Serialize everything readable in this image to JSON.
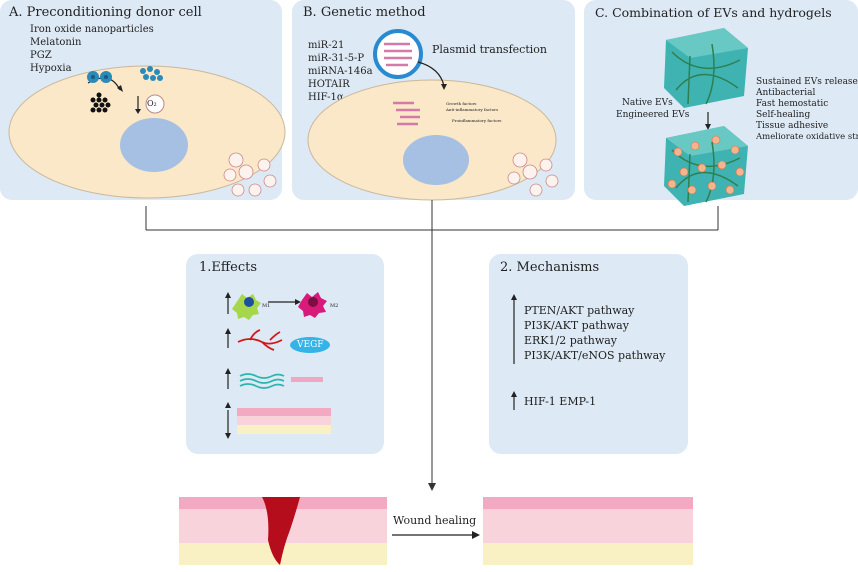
{
  "panelA": {
    "title": "A. Preconditioning donor cell",
    "items": [
      "Iron oxide nanoparticles",
      "Melatonin",
      "PGZ",
      "Hypoxia"
    ],
    "o2_label": "O₂"
  },
  "panelB": {
    "title": "B. Genetic method",
    "items": [
      "miR-21",
      "miR-31-5-P",
      "miRNA-146a",
      "HOTAIR",
      "HIF-1α"
    ],
    "plasmid_label": "Plasmid transfection",
    "factors": [
      "Growth factors",
      "Anti-inflammatory factors",
      "Proinflammatory factors"
    ]
  },
  "panelC": {
    "title": "C. Combination of EVs and hydrogels",
    "ev_types": [
      "Native EVs",
      "Engineered EVs"
    ],
    "properties": [
      "Sustained EVs release",
      "Antibacterial",
      "Fast hemostatic",
      "Self-healing",
      "Tissue adhesive",
      "Ameliorate oxidative stress"
    ]
  },
  "effects": {
    "title": "1.Effects",
    "m1": "M1",
    "m2": "M2",
    "vegf": "VEGF"
  },
  "mechanisms": {
    "title": "2. Mechanisms",
    "pathways": [
      "PTEN/AKT pathway",
      "PI3K/AKT pathway",
      "ERK1/2 pathway",
      "PI3K/AKT/eNOS pathway"
    ],
    "other": "HIF-1 EMP-1"
  },
  "wound": {
    "label": "Wound healing"
  },
  "colors": {
    "panel": "#dde9f5",
    "cell": "#fbe8c8",
    "nucleus": "#a5c0e2",
    "skin_top": "#f8d3dc",
    "skin_bottom": "#f9f0c4",
    "blood": "#b50d1c",
    "vegf": "#34b3e6",
    "hydrogel": "#3fb3b1"
  }
}
